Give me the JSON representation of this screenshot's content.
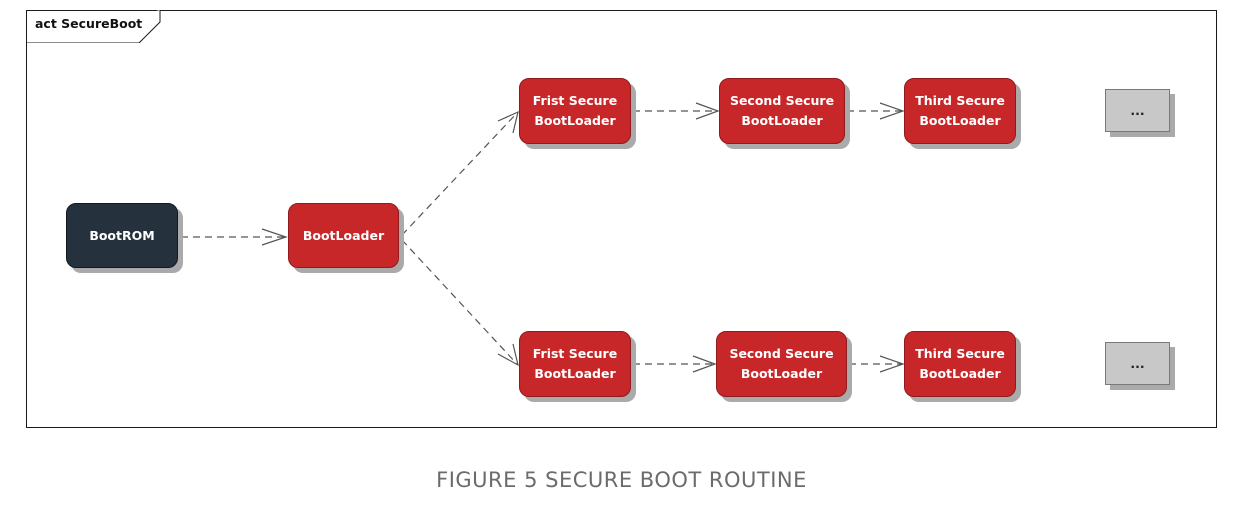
{
  "frame": {
    "title": "act SecureBoot"
  },
  "nodes": {
    "bootrom": {
      "lines": [
        "BootROM"
      ]
    },
    "bootloader": {
      "lines": [
        "BootLoader"
      ]
    },
    "top_first": {
      "lines": [
        "Frist Secure",
        "BootLoader"
      ]
    },
    "top_second": {
      "lines": [
        "Second Secure",
        "BootLoader"
      ]
    },
    "top_third": {
      "lines": [
        "Third Secure",
        "BootLoader"
      ]
    },
    "top_more": {
      "lines": [
        "..."
      ]
    },
    "bottom_first": {
      "lines": [
        "Frist Secure",
        "BootLoader"
      ]
    },
    "bottom_second": {
      "lines": [
        "Second Secure",
        "BootLoader"
      ]
    },
    "bottom_third": {
      "lines": [
        "Third Secure",
        "BootLoader"
      ]
    },
    "bottom_more": {
      "lines": [
        "..."
      ]
    }
  },
  "colors": {
    "secure_node": "#c8272a",
    "rom_node": "#25313d",
    "placeholder_node": "#c8c8c8",
    "connector": "#555555",
    "caption": "#6b6b6b"
  },
  "caption": "FIGURE 5 SECURE BOOT ROUTINE"
}
